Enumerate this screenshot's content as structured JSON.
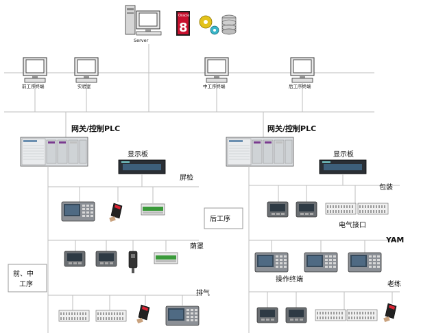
{
  "server": {
    "label": "Server",
    "oracle_text": "Oracle",
    "oracle_num": "8"
  },
  "workstations": {
    "front": "前工序终端",
    "lab": "实验室",
    "middle": "中工序终端",
    "back": "后工序终端"
  },
  "left": {
    "plc_label": "网关/控制PLC",
    "display_label": "显示板",
    "row1_label": "屏检",
    "row2_label": "荫罩",
    "row3_label": "排气",
    "box_line1": "前、中",
    "box_line2": "工序"
  },
  "right": {
    "plc_label": "网关/控制PLC",
    "display_label": "显示板",
    "row1_label": "包装",
    "elec_label": "电气接口",
    "yam_label": "YAM",
    "op_label": "操作终端",
    "row3_label": "老练",
    "box_label": "后工序"
  },
  "colors": {
    "line": "#bdbdbd",
    "oracle_red": "#c8102e",
    "screen_blue": "#5a6e8a",
    "plc_gray": "#cfd3d6"
  }
}
